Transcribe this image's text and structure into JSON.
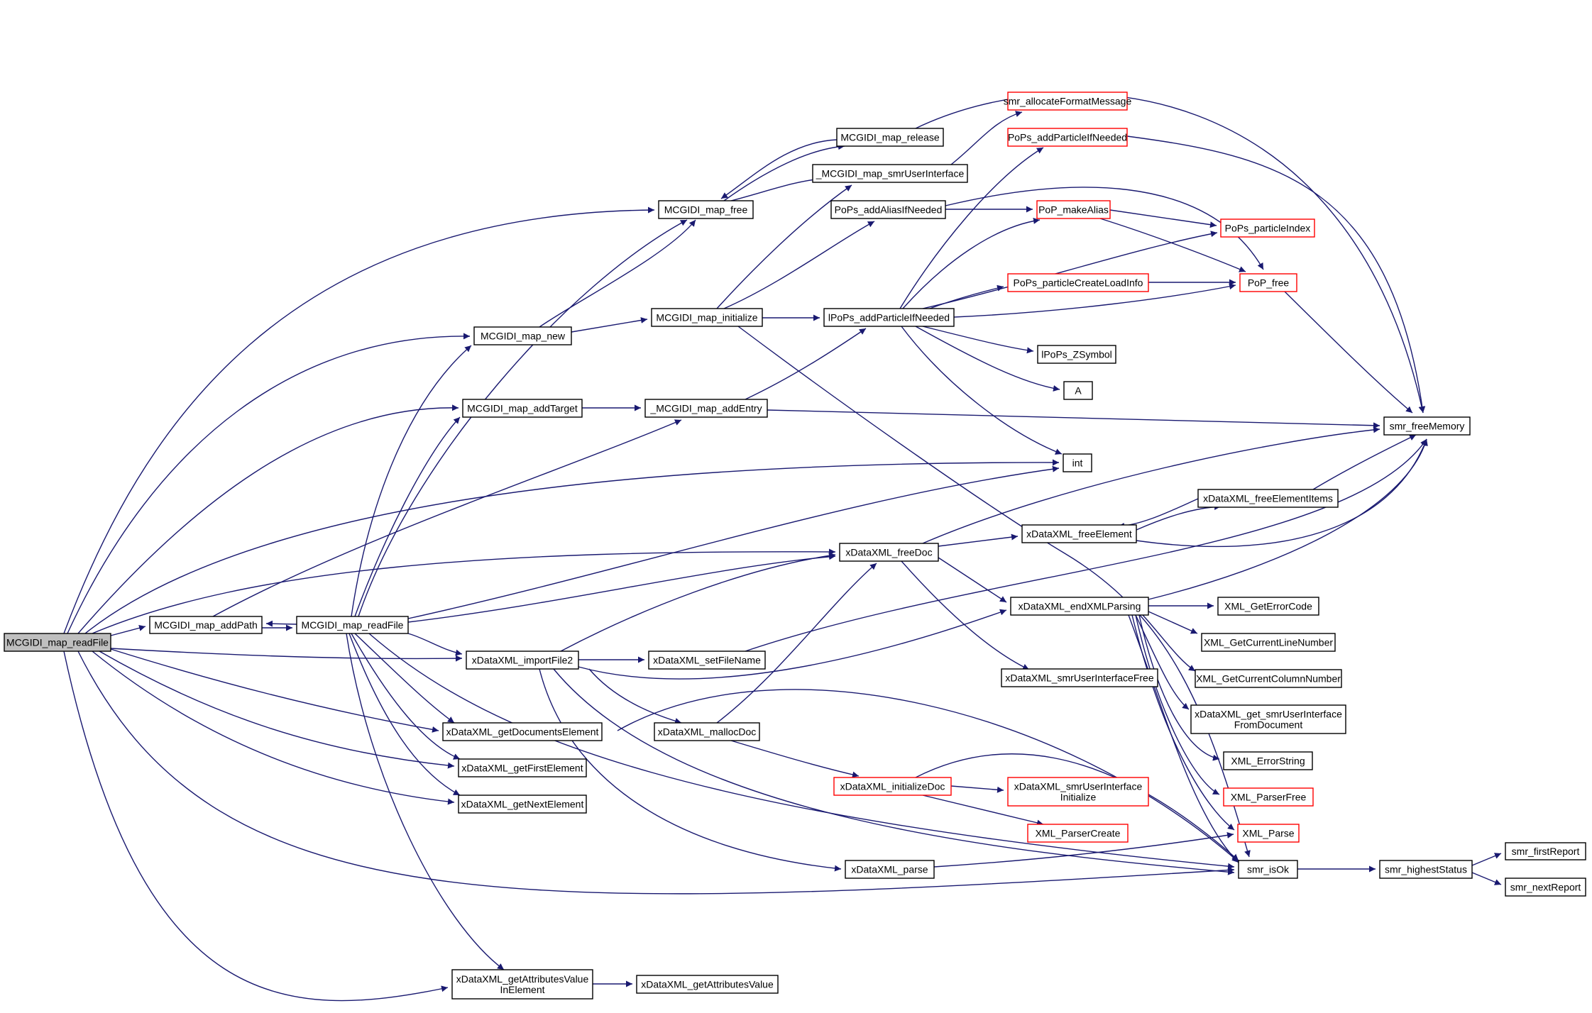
{
  "colors": {
    "edge": "#191970",
    "node_border": "#000000",
    "external_border": "#ff0000",
    "root_fill": "#bfbfbf"
  },
  "nodes": {
    "root": [
      "MCGIDI_map_readFile"
    ],
    "addPath": [
      "MCGIDI_map_addPath"
    ],
    "readFile2": [
      "MCGIDI_map_readFile"
    ],
    "map_new": [
      "MCGIDI_map_new"
    ],
    "addTarget": [
      "MCGIDI_map_addTarget"
    ],
    "addEntry": [
      "_MCGIDI_map_addEntry"
    ],
    "map_free": [
      "MCGIDI_map_free"
    ],
    "map_release": [
      "MCGIDI_map_release"
    ],
    "smrUI": [
      "_MCGIDI_map_smrUserInterface"
    ],
    "map_init": [
      "MCGIDI_map_initialize"
    ],
    "aliasIf": [
      "PoPs_addAliasIfNeeded"
    ],
    "lpops": [
      "lPoPs_addParticleIfNeeded"
    ],
    "allocFmt": [
      "smr_allocateFormatMessage"
    ],
    "popsAdd": [
      "PoPs_addParticleIfNeeded"
    ],
    "makeAlias": [
      "PoP_makeAlias"
    ],
    "pIndex": [
      "PoPs_particleIndex"
    ],
    "createLoad": [
      "PoPs_particleCreateLoadInfo"
    ],
    "popFree": [
      "PoP_free"
    ],
    "zsym": [
      "lPoPs_ZSymbol"
    ],
    "A": [
      "A"
    ],
    "int": [
      "int"
    ],
    "freeMem": [
      "smr_freeMemory"
    ],
    "freeItems": [
      "xDataXML_freeElementItems"
    ],
    "freeElem": [
      "xDataXML_freeElement"
    ],
    "freeDoc": [
      "xDataXML_freeDoc"
    ],
    "endParse": [
      "xDataXML_endXMLParsing"
    ],
    "getErr": [
      "XML_GetErrorCode"
    ],
    "lineNum": [
      "XML_GetCurrentLineNumber"
    ],
    "colNum": [
      "XML_GetCurrentColumnNumber"
    ],
    "getSmr": [
      "xDataXML_get_smrUserInterface",
      "FromDocument"
    ],
    "errStr": [
      "XML_ErrorString"
    ],
    "parserFree": [
      "XML_ParserFree"
    ],
    "xmlParse": [
      "XML_Parse"
    ],
    "isOk": [
      "smr_isOk"
    ],
    "highest": [
      "smr_highestStatus"
    ],
    "firstRep": [
      "smr_firstReport"
    ],
    "nextRep": [
      "smr_nextReport"
    ],
    "import2": [
      "xDataXML_importFile2"
    ],
    "setFile": [
      "xDataXML_setFileName"
    ],
    "smrUIFree": [
      "xDataXML_smrUserInterfaceFree"
    ],
    "mallocDoc": [
      "xDataXML_mallocDoc"
    ],
    "initDoc": [
      "xDataXML_initializeDoc"
    ],
    "smrUIInit": [
      "xDataXML_smrUserInterface",
      "Initialize"
    ],
    "parserCreate": [
      "XML_ParserCreate"
    ],
    "xparse": [
      "xDataXML_parse"
    ],
    "getDocs": [
      "xDataXML_getDocumentsElement"
    ],
    "getFirst": [
      "xDataXML_getFirstElement"
    ],
    "getNext": [
      "xDataXML_getNextElement"
    ],
    "attrInEl": [
      "xDataXML_getAttributesValue",
      "InElement"
    ],
    "attrVal": [
      "xDataXML_getAttributesValue"
    ]
  }
}
